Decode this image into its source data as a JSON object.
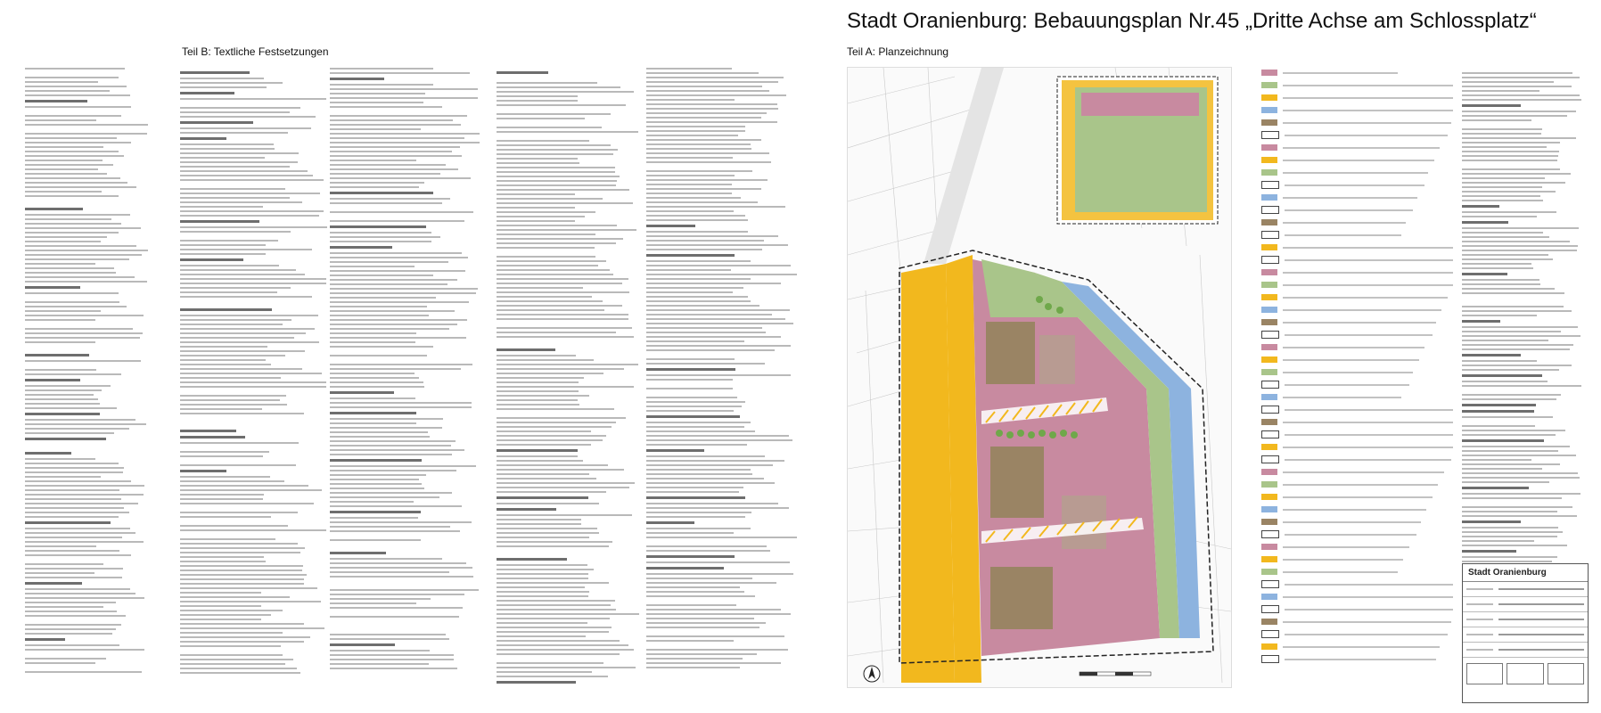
{
  "document": {
    "title": "Stadt Oranienburg: Bebauungsplan Nr.45 „Dritte Achse am Schlossplatz“",
    "teil_b_title": "Teil B: Textliche Festsetzungen",
    "teil_a_title": "Teil A: Planzeichnung"
  },
  "titleblock": {
    "city": "Stadt Oranienburg"
  },
  "colors": {
    "residential_mixed": "#c88aa0",
    "green_area": "#a9c58a",
    "road_yellow": "#f2b81e",
    "water_blue": "#8db3df",
    "building_brown": "#9a8464",
    "boundary": "#222222"
  }
}
